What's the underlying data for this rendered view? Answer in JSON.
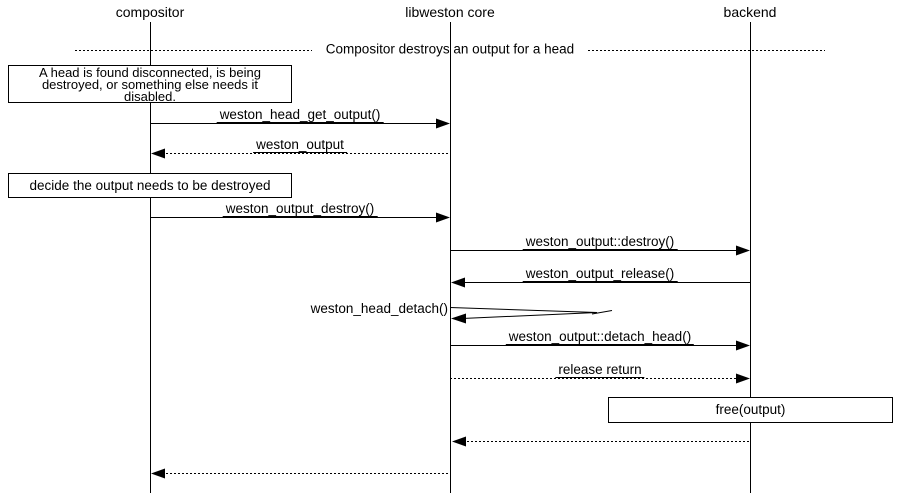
{
  "actors": [
    {
      "name": "compositor"
    },
    {
      "name": "libweston core"
    },
    {
      "name": "backend"
    }
  ],
  "divider": {
    "label": "Compositor destroys an output for a head"
  },
  "notes": [
    {
      "text": "A head is found disconnected, is being destroyed, or something else needs it disabled."
    },
    {
      "text": "decide the output needs to be destroyed"
    }
  ],
  "messages": [
    {
      "label": "weston_head_get_output()",
      "from": "compositor",
      "to": "libweston core",
      "line": "solid"
    },
    {
      "label": "weston_output",
      "from": "libweston core",
      "to": "compositor",
      "line": "dotted"
    },
    {
      "label": "weston_output_destroy()",
      "from": "compositor",
      "to": "libweston core",
      "line": "solid"
    },
    {
      "label": "weston_output::destroy()",
      "from": "libweston core",
      "to": "backend",
      "line": "solid"
    },
    {
      "label": "weston_output_release()",
      "from": "backend",
      "to": "libweston core",
      "line": "solid"
    },
    {
      "label": "weston_head_detach()",
      "from": "libweston core",
      "to": "libweston core",
      "line": "self"
    },
    {
      "label": "weston_output::detach_head()",
      "from": "libweston core",
      "to": "backend",
      "line": "solid"
    },
    {
      "label": "release return",
      "from": "libweston core",
      "to": "backend",
      "line": "dotted"
    },
    {
      "label": "free(output)",
      "from": "backend",
      "to": "backend",
      "line": "box"
    },
    {
      "label": "",
      "from": "backend",
      "to": "libweston core",
      "line": "dotted"
    },
    {
      "label": "",
      "from": "libweston core",
      "to": "compositor",
      "line": "dotted"
    }
  ],
  "colors": {
    "line": "#000000",
    "background": "#ffffff"
  }
}
